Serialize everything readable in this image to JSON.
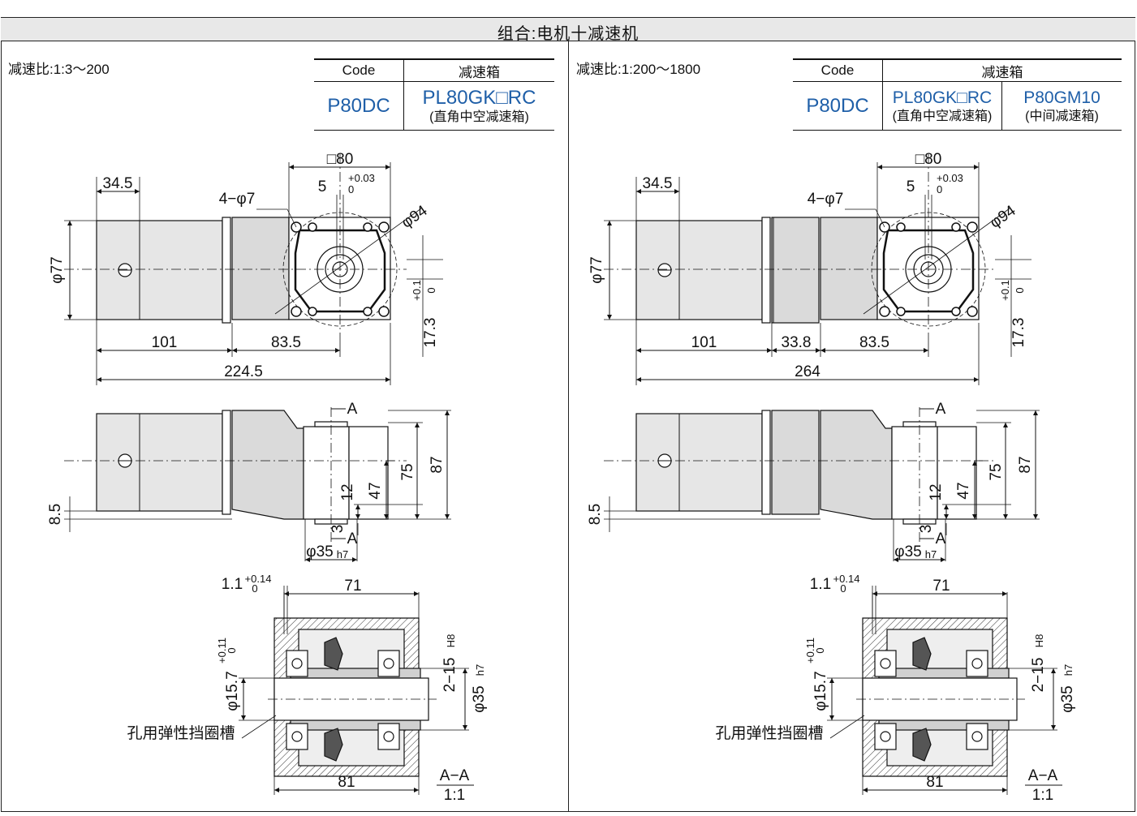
{
  "header": {
    "title": "组合:电机十减速机"
  },
  "left": {
    "ratio": "减速比:1:3～200",
    "table": {
      "col_code": "Code",
      "col_gear": "减速箱",
      "code": "P80DC",
      "model": "PL80GK□RC",
      "model_sub": "(直角中空减速箱)"
    },
    "dims": {
      "sq": "□80",
      "key": "5",
      "key_tol_top": "+0.03",
      "key_tol_bot": "0",
      "holes": "4−φ7",
      "pcd": "φ94",
      "len_a": "34.5",
      "dia_motor": "φ77",
      "shaft_off": "17.3",
      "shaft_off_tol_top": "+0.1",
      "shaft_off_tol_bot": "0",
      "len_motor": "101",
      "len_gear": "83.5",
      "len_total": "224.5",
      "sec_a": "A",
      "h_8_5": "8.5",
      "h_12": "12",
      "h_3": "3",
      "h_47": "47",
      "h_75": "75",
      "h_87": "87",
      "dia_35": "φ35",
      "h7": "h7",
      "gap": "1.1",
      "gap_tol_top": "+0.14",
      "gap_tol_bot": "0",
      "w_71": "71",
      "bore": "φ15.7",
      "bore_tol_top": "+0.11",
      "bore_tol_bot": "0",
      "bore2": "2−15",
      "H8": "H8",
      "dia_35b": "φ35",
      "h7b": "h7",
      "ring": "孔用弹性挡圈槽",
      "w_81": "81",
      "sect_title": "A−A",
      "scale": "1:1"
    }
  },
  "right": {
    "ratio": "减速比:1:200～1800",
    "table": {
      "col_code": "Code",
      "col_gear": "减速箱",
      "code": "P80DC",
      "model": "PL80GK□RC",
      "model_sub": "(直角中空减速箱)",
      "model2": "P80GM10",
      "model2_sub": "(中间减速箱)"
    },
    "dims": {
      "sq": "□80",
      "key": "5",
      "key_tol_top": "+0.03",
      "key_tol_bot": "0",
      "holes": "4−φ7",
      "pcd": "φ94",
      "len_a": "34.5",
      "dia_motor": "φ77",
      "shaft_off": "17.3",
      "shaft_off_tol_top": "+0.1",
      "shaft_off_tol_bot": "0",
      "len_motor": "101",
      "len_mid": "33.8",
      "len_gear": "83.5",
      "len_total": "264",
      "sec_a": "A",
      "h_8_5": "8.5",
      "h_12": "12",
      "h_3": "3",
      "h_47": "47",
      "h_75": "75",
      "h_87": "87",
      "dia_35": "φ35",
      "h7": "h7",
      "gap": "1.1",
      "gap_tol_top": "+0.14",
      "gap_tol_bot": "0",
      "w_71": "71",
      "bore": "φ15.7",
      "bore_tol_top": "+0.11",
      "bore_tol_bot": "0",
      "bore2": "2−15",
      "H8": "H8",
      "dia_35b": "φ35",
      "h7b": "h7",
      "ring": "孔用弹性挡圈槽",
      "w_81": "81",
      "sect_title": "A−A",
      "scale": "1:1"
    }
  },
  "colors": {
    "motor_fill": "#e6e6e6",
    "gear_fill": "#dadada",
    "outline": "#111111",
    "accent": "#1f5fa8",
    "header_fill": "#e8e8e8"
  }
}
